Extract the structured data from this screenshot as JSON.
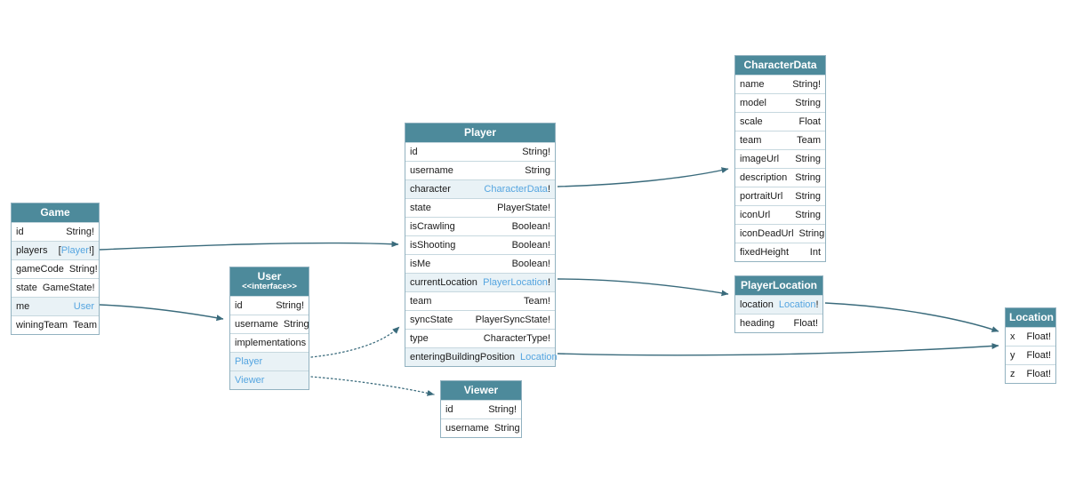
{
  "diagram": {
    "colors": {
      "header_bg": "#4d8a9b",
      "header_text": "#ffffff",
      "link": "#55a5e0",
      "arrow": "#3a6b7c",
      "row_highlight": "#e9f2f6",
      "border": "#92b2c0"
    },
    "tables": [
      {
        "id": "Game",
        "title": "Game",
        "stereotype": null,
        "fields": [
          {
            "name": "id",
            "type": "String!"
          },
          {
            "name": "players",
            "type": "[Player!]",
            "link": "Player",
            "highlight": true
          },
          {
            "name": "gameCode",
            "type": "String!"
          },
          {
            "name": "state",
            "type": "GameState!"
          },
          {
            "name": "me",
            "type": "User",
            "link": "User",
            "highlight": true
          },
          {
            "name": "winingTeam",
            "type": "Team"
          }
        ]
      },
      {
        "id": "User",
        "title": "User",
        "stereotype": "<<interface>>",
        "fields": [
          {
            "name": "id",
            "type": "String!"
          },
          {
            "name": "username",
            "type": "String"
          },
          {
            "name": "implementations",
            "type": ""
          },
          {
            "name": "Player",
            "type": "",
            "name_link": true,
            "highlight": true
          },
          {
            "name": "Viewer",
            "type": "",
            "name_link": true,
            "highlight": true
          }
        ]
      },
      {
        "id": "Player",
        "title": "Player",
        "stereotype": null,
        "fields": [
          {
            "name": "id",
            "type": "String!"
          },
          {
            "name": "username",
            "type": "String"
          },
          {
            "name": "character",
            "type": "CharacterData!",
            "link": "CharacterData",
            "highlight": true
          },
          {
            "name": "state",
            "type": "PlayerState!"
          },
          {
            "name": "isCrawling",
            "type": "Boolean!"
          },
          {
            "name": "isShooting",
            "type": "Boolean!"
          },
          {
            "name": "isMe",
            "type": "Boolean!"
          },
          {
            "name": "currentLocation",
            "type": "PlayerLocation!",
            "link": "PlayerLocation",
            "highlight": true
          },
          {
            "name": "team",
            "type": "Team!"
          },
          {
            "name": "syncState",
            "type": "PlayerSyncState!"
          },
          {
            "name": "type",
            "type": "CharacterType!"
          },
          {
            "name": "enteringBuildingPosition",
            "type": "Location",
            "link": "Location",
            "highlight": true
          }
        ]
      },
      {
        "id": "Viewer",
        "title": "Viewer",
        "stereotype": null,
        "fields": [
          {
            "name": "id",
            "type": "String!"
          },
          {
            "name": "username",
            "type": "String"
          }
        ]
      },
      {
        "id": "CharacterData",
        "title": "CharacterData",
        "stereotype": null,
        "fields": [
          {
            "name": "name",
            "type": "String!"
          },
          {
            "name": "model",
            "type": "String"
          },
          {
            "name": "scale",
            "type": "Float"
          },
          {
            "name": "team",
            "type": "Team"
          },
          {
            "name": "imageUrl",
            "type": "String"
          },
          {
            "name": "description",
            "type": "String"
          },
          {
            "name": "portraitUrl",
            "type": "String"
          },
          {
            "name": "iconUrl",
            "type": "String"
          },
          {
            "name": "iconDeadUrl",
            "type": "String"
          },
          {
            "name": "fixedHeight",
            "type": "Int"
          }
        ]
      },
      {
        "id": "PlayerLocation",
        "title": "PlayerLocation",
        "stereotype": null,
        "fields": [
          {
            "name": "location",
            "type": "Location!",
            "link": "Location",
            "highlight": true
          },
          {
            "name": "heading",
            "type": "Float!"
          }
        ]
      },
      {
        "id": "Location",
        "title": "Location",
        "stereotype": null,
        "fields": [
          {
            "name": "x",
            "type": "Float!"
          },
          {
            "name": "y",
            "type": "Float!"
          },
          {
            "name": "z",
            "type": "Float!"
          }
        ]
      }
    ],
    "edges": [
      {
        "from": "Game.players",
        "to": "Player",
        "style": "solid"
      },
      {
        "from": "Game.me",
        "to": "User",
        "style": "solid"
      },
      {
        "from": "Player.character",
        "to": "CharacterData",
        "style": "solid"
      },
      {
        "from": "Player.currentLocation",
        "to": "PlayerLocation",
        "style": "solid"
      },
      {
        "from": "Player.enteringBuildingPosition",
        "to": "Location",
        "style": "solid"
      },
      {
        "from": "PlayerLocation.location",
        "to": "Location",
        "style": "solid"
      },
      {
        "from": "User.Player",
        "to": "Player",
        "style": "dotted"
      },
      {
        "from": "User.Viewer",
        "to": "Viewer",
        "style": "dotted"
      }
    ]
  }
}
